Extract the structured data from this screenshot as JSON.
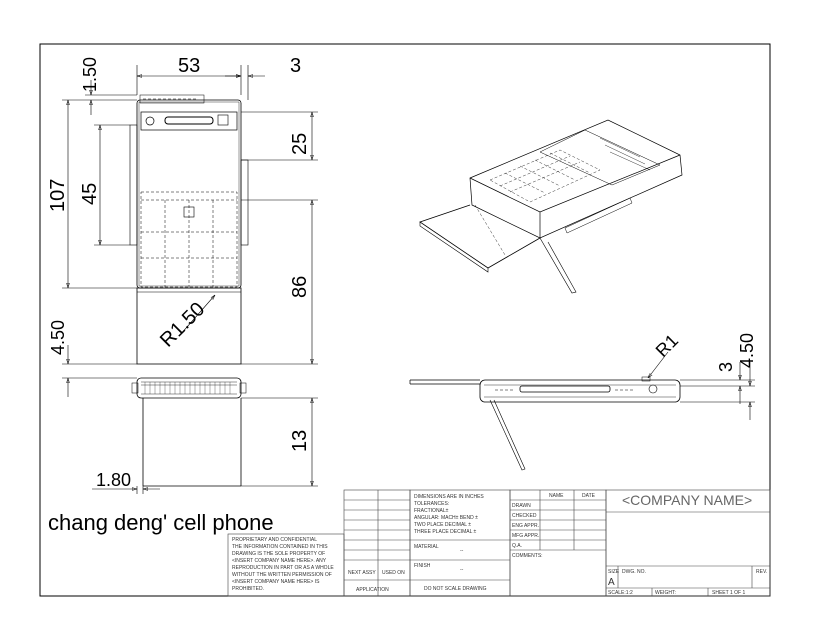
{
  "drawing": {
    "part_title": "chang deng' cell phone",
    "dimensions": {
      "width_top": "53",
      "right_gap": "3",
      "top_gap": "1.50",
      "overall_height": "107",
      "upper_block": "45",
      "screen_band": "25",
      "lower_block": "86",
      "edge_offset": "4.50",
      "radius_large": "R1.50",
      "body_depth": "13",
      "bottom_offset": "1.80",
      "radius_small": "R1",
      "side_step": "3",
      "side_offset": "4.50"
    }
  },
  "title_block": {
    "company": "<COMPANY NAME>",
    "tolerances": {
      "line1": "DIMENSIONS ARE IN INCHES",
      "line2": "TOLERANCES:",
      "line3": "FRACTIONAL±",
      "line4": "ANGULAR: MACH±   BEND ±",
      "line5": "TWO PLACE DECIMAL   ±",
      "line6": "THREE PLACE DECIMAL  ±"
    },
    "material_label": "MATERIAL",
    "material_value": "--",
    "finish_label": "FINISH",
    "finish_value": "--",
    "do_not_scale": "DO NOT SCALE DRAWING",
    "next_assy": "NEXT ASSY",
    "used_on": "USED ON",
    "application": "APPLICATION",
    "name_header": "NAME",
    "date_header": "DATE",
    "drawn": "DRAWN",
    "checked": "CHECKED",
    "eng_appr": "ENG APPR.",
    "mfg_appr": "MFG APPR.",
    "qa": "Q.A.",
    "comments": "COMMENTS:",
    "size_label": "SIZE",
    "size_value": "A",
    "dwg_no_label": "DWG.  NO.",
    "rev_label": "REV.",
    "scale": "SCALE:1:2",
    "weight": "WEIGHT:",
    "sheet": "SHEET 1 OF 1",
    "proprietary": {
      "line1": "PROPRIETARY AND CONFIDENTIAL",
      "line2": "THE INFORMATION CONTAINED IN THIS",
      "line3": "DRAWING IS THE SOLE PROPERTY OF",
      "line4": "<INSERT COMPANY NAME HERE>.  ANY",
      "line5": "REPRODUCTION IN PART OR AS A WHOLE",
      "line6": "WITHOUT THE WRITTEN PERMISSION OF",
      "line7": "<INSERT COMPANY NAME HERE> IS",
      "line8": "PROHIBITED."
    }
  }
}
